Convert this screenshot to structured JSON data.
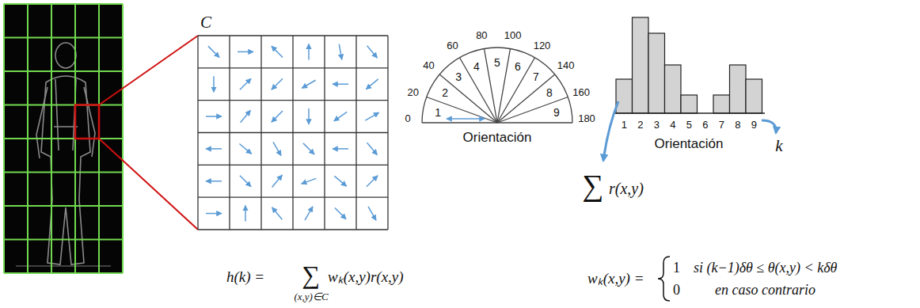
{
  "diagram": {
    "nodes": [
      {
        "text": [
          "C"
        ]
      }
    ],
    "labels": [
      "0",
      "20",
      "40",
      "60",
      "80",
      "100",
      "120",
      "140",
      "160",
      "180",
      "1",
      "2",
      "3",
      "4",
      "5",
      "6",
      "7",
      "8",
      "9",
      "Orientación",
      "1",
      "2",
      "3",
      "4",
      "5",
      "6",
      "7",
      "8",
      "9",
      "Orientación",
      "k",
      "∑",
      "r(x,y)",
      "h(k) =",
      "∑",
      "(x,y)∈C",
      "wₖ(x,y)r(x,y)",
      "wₖ(x,y) =",
      "1",
      "si (k−1)δθ ≤ θ(x,y) < kδθ",
      "0",
      "en caso contrario"
    ]
  }
}
